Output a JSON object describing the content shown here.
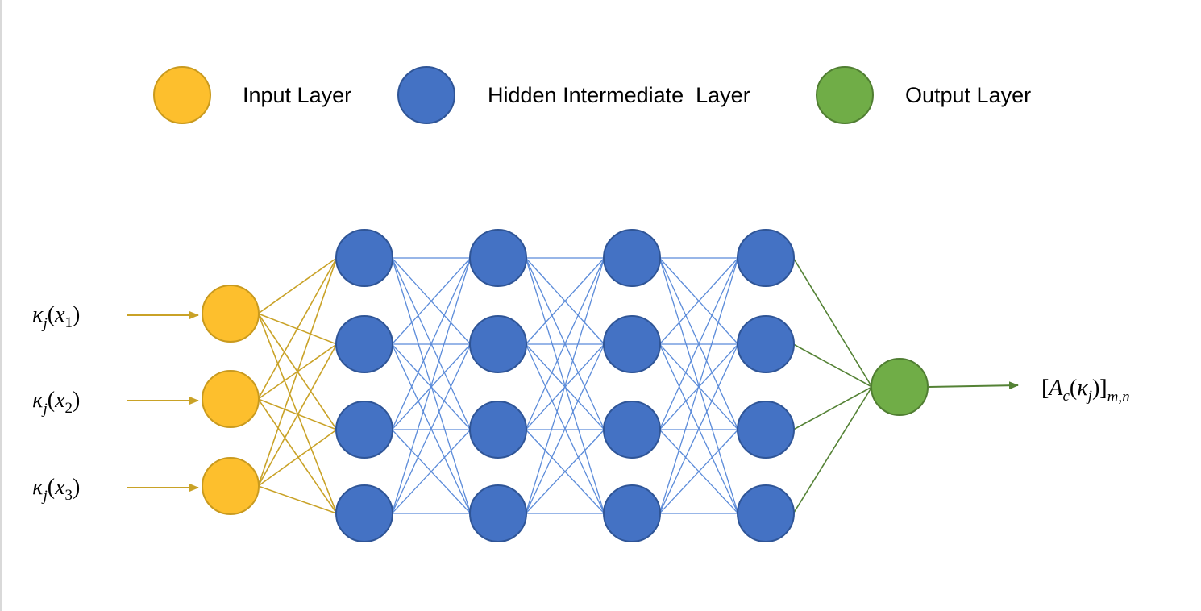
{
  "colors": {
    "input_fill": "#FDBF2D",
    "input_stroke": "#C99A1E",
    "hidden_fill": "#4472C4",
    "hidden_stroke": "#2F5597",
    "output_fill": "#70AD47",
    "output_stroke": "#507E32",
    "input_edge": "#C9A227",
    "hidden_edge": "#5B8BD9",
    "output_edge": "#548235"
  },
  "legend": {
    "input_label": "Input Layer",
    "hidden_label": "Hidden Intermediate  Layer",
    "output_label": "Output Layer"
  },
  "network": {
    "input_count": 3,
    "hidden_layer_count": 4,
    "hidden_layer_size": 4,
    "output_count": 1,
    "fully_connected": true
  },
  "inputs": [
    {
      "base": "κ",
      "sub": "j",
      "arg": "x",
      "arg_sub": "1"
    },
    {
      "base": "κ",
      "sub": "j",
      "arg": "x",
      "arg_sub": "2"
    },
    {
      "base": "κ",
      "sub": "j",
      "arg": "x",
      "arg_sub": "3"
    }
  ],
  "output": {
    "open": "[",
    "func": "A",
    "func_sub": "c",
    "arg_base": "κ",
    "arg_sub": "j",
    "close": "]",
    "outer_sub": "m,n"
  },
  "icons": [
    "input-node-icon",
    "hidden-node-icon",
    "output-node-icon",
    "arrow-right-icon"
  ]
}
